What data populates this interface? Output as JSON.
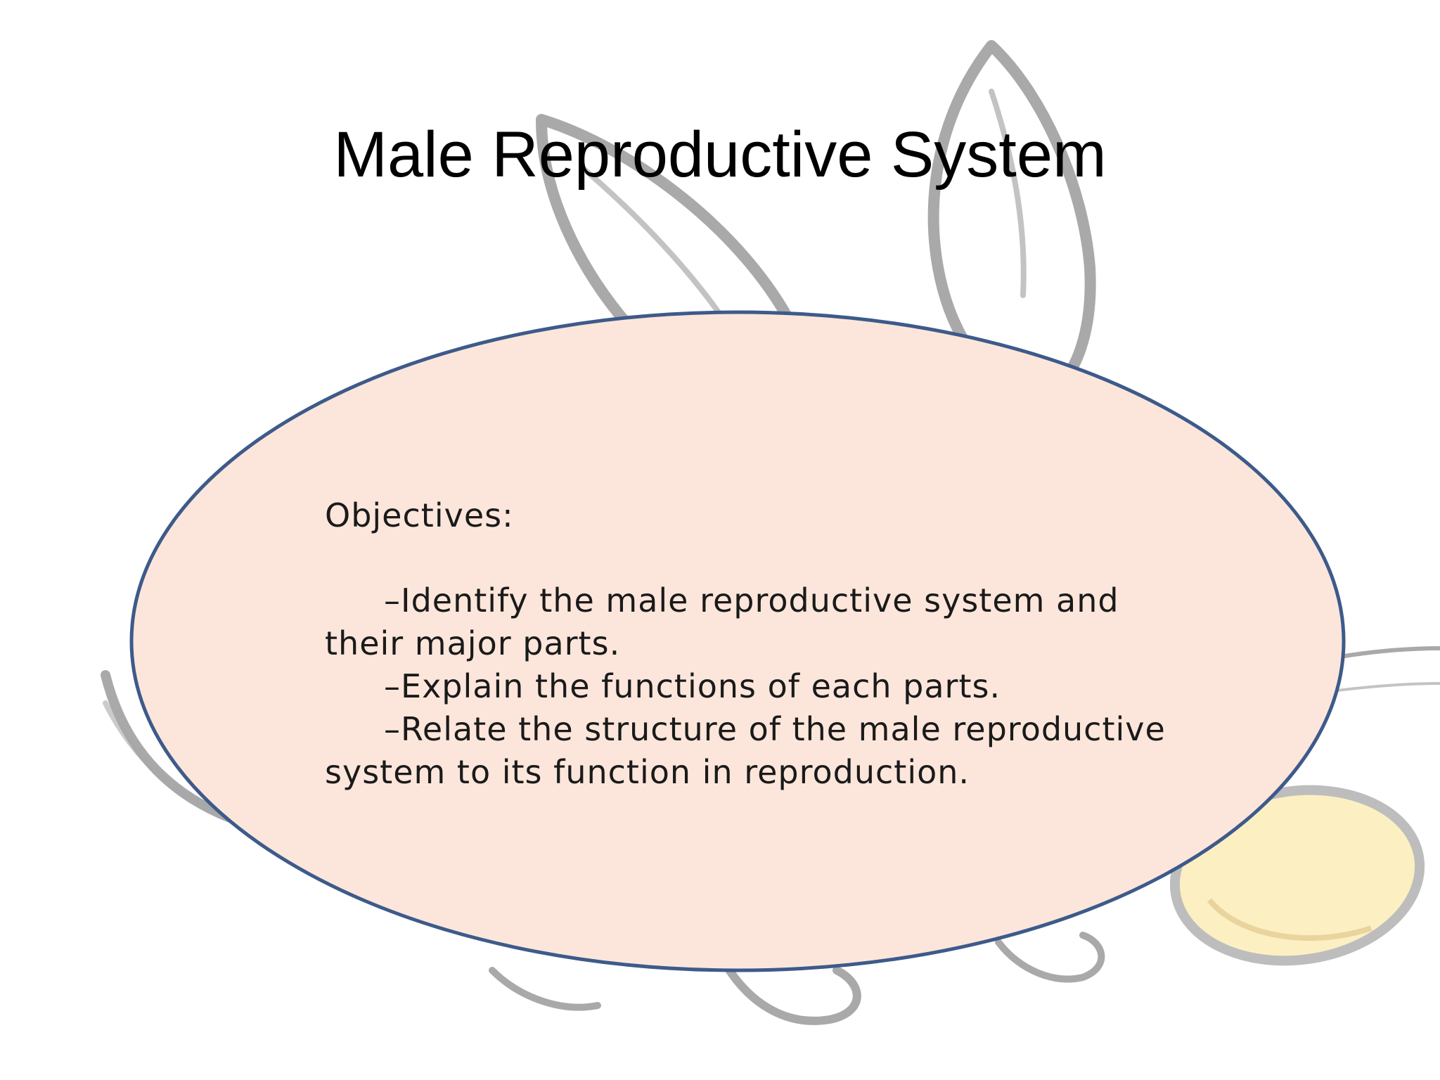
{
  "slide": {
    "title": "Male Reproductive System",
    "objectives_heading": "Objectives:",
    "objectives": [
      "–Identify the male reproductive system and their major parts.",
      "–Explain the functions of each parts.",
      "–Relate the structure of the male reproductive system to its function in reproduction."
    ]
  },
  "colors": {
    "oval_fill": "#FCE6DB",
    "oval_border": "#3D5A8A",
    "background_art": "#A9A9A9",
    "egg_fill": "#FCEFC2"
  },
  "icons": {
    "background": "rabbit-sketch-icon"
  }
}
